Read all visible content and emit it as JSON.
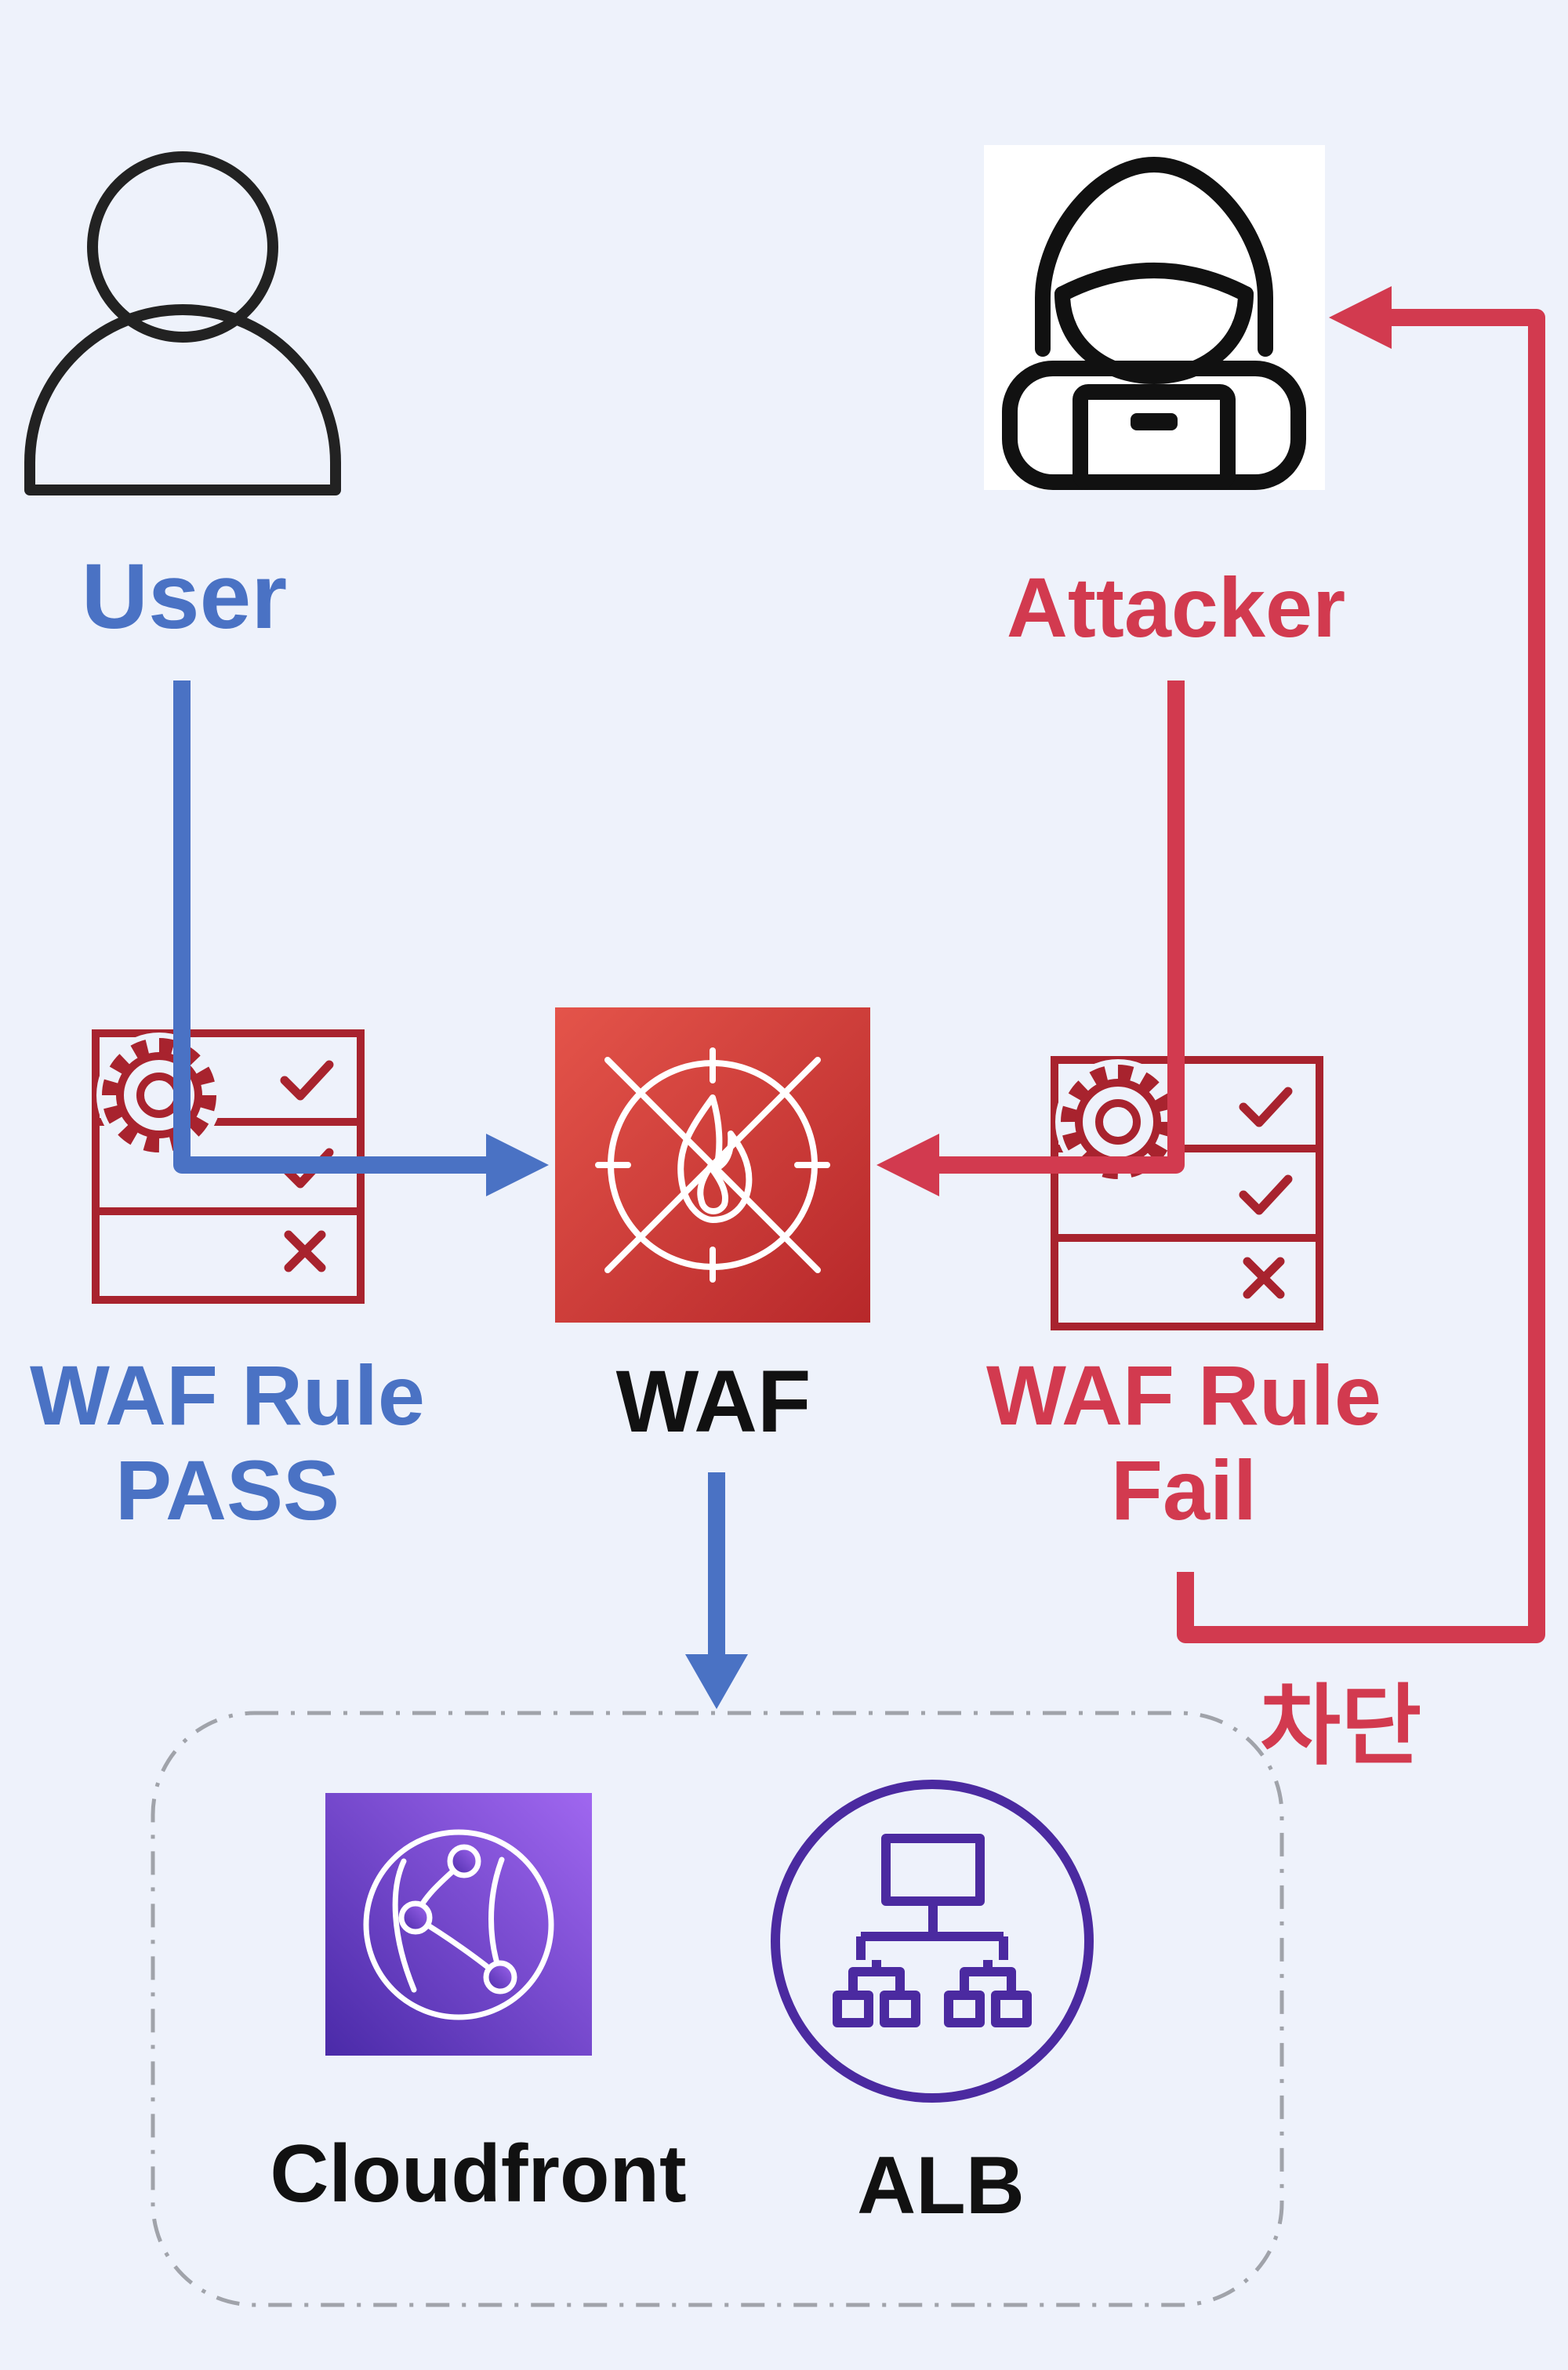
{
  "nodes": {
    "user": {
      "label": "User"
    },
    "attacker": {
      "label": "Attacker"
    },
    "pass_rule": {
      "label_line1": "WAF Rule",
      "label_line2": "PASS"
    },
    "waf": {
      "label": "WAF"
    },
    "fail_rule": {
      "label_line1": "WAF Rule",
      "label_line2": "Fail"
    },
    "cloudfront": {
      "label": "Cloudfront"
    },
    "alb": {
      "label": "ALB"
    }
  },
  "edges": {
    "block_label": "차단"
  },
  "colors": {
    "background": "#eef2fb",
    "pass": "#4a72c4",
    "fail": "#d23a4f",
    "rule_icon": "#a8232e",
    "waf_fill": "#c7372f",
    "cloudfront_fill": "#6b39c9",
    "alb_stroke": "#4b2aa0",
    "text": "#111111"
  }
}
